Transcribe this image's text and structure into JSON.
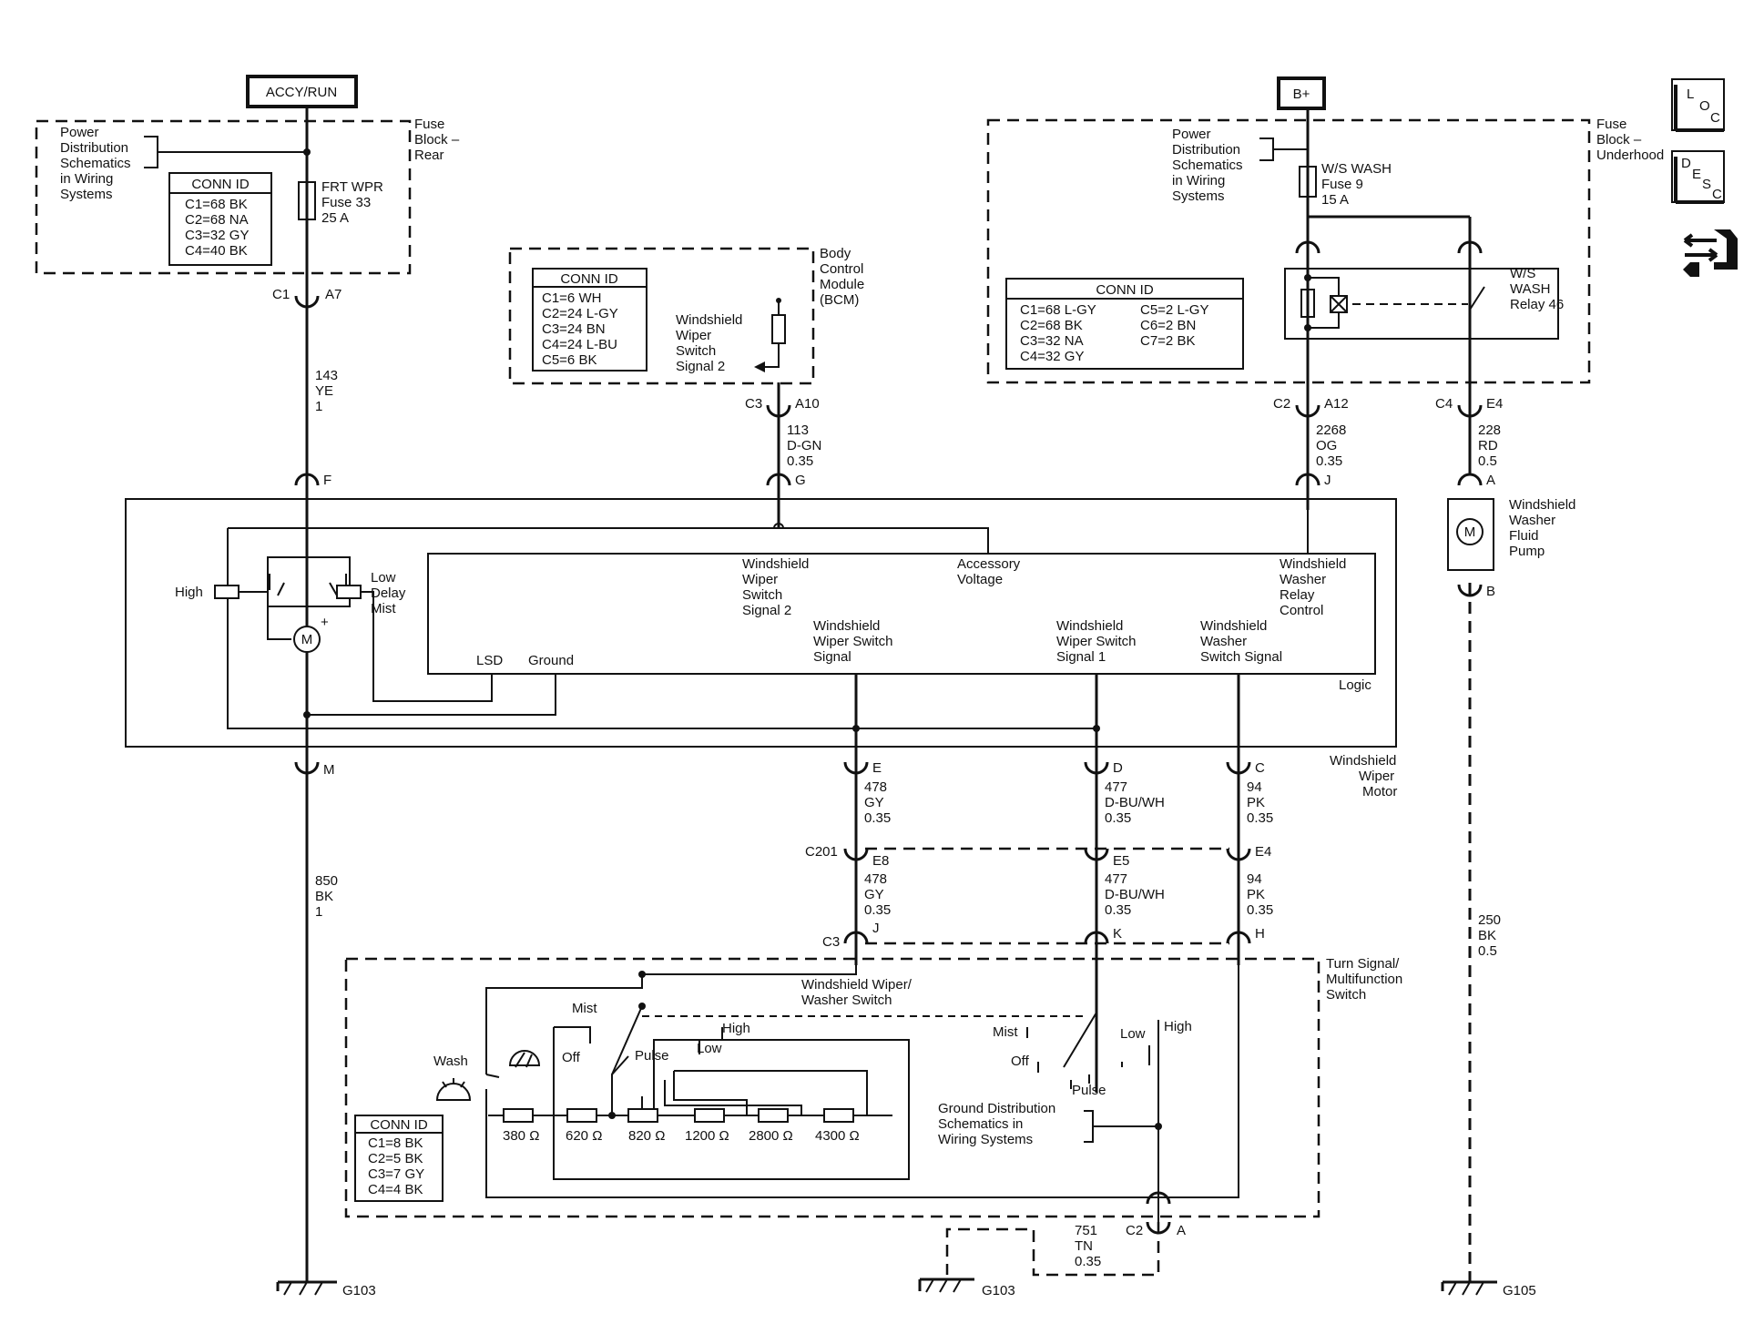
{
  "power": {
    "accy_run": "ACCY/RUN",
    "b_plus": "B+"
  },
  "rear_fuse_block": {
    "label": [
      "Fuse",
      "Block –",
      "Rear"
    ],
    "pds": [
      "Power",
      "Distribution",
      "Schematics",
      "in Wiring",
      "Systems"
    ],
    "conn_title": "CONN ID",
    "conn": [
      "C1=68 BK",
      "C2=68 NA",
      "C3=32 GY",
      "C4=40 BK"
    ],
    "fuse": [
      "FRT WPR",
      "Fuse 33",
      "25 A"
    ],
    "pin_c1": "C1",
    "pin_a7": "A7"
  },
  "bcm": {
    "label": [
      "Body",
      "Control",
      "Module",
      "(BCM)"
    ],
    "conn_title": "CONN ID",
    "conn": [
      "C1=6 WH",
      "C2=24 L-GY",
      "C3=24 BN",
      "C4=24 L-BU",
      "C5=6 BK"
    ],
    "signal": [
      "Windshield",
      "Wiper",
      "Switch",
      "Signal 2"
    ],
    "pin_c3": "C3",
    "pin_a10": "A10"
  },
  "underhood": {
    "label": [
      "Fuse",
      "Block –",
      "Underhood"
    ],
    "pds": [
      "Power",
      "Distribution",
      "Schematics",
      "in Wiring",
      "Systems"
    ],
    "fuse": [
      "W/S WASH",
      "Fuse 9",
      "15 A"
    ],
    "relay": [
      "W/S",
      "WASH",
      "Relay 46"
    ],
    "conn_title": "CONN ID",
    "conn_left": [
      "C1=68 L-GY",
      "C2=68 BK",
      "C3=32 NA",
      "C4=32 GY"
    ],
    "conn_right": [
      "C5=2 L-GY",
      "C6=2 BN",
      "C7=2 BK"
    ],
    "pin_c2": "C2",
    "pin_a12": "A12",
    "pin_c4": "C4",
    "pin_e4": "E4"
  },
  "icons": {
    "loc_l": "L",
    "loc_o": "O",
    "loc_c": "C",
    "desc": [
      "D",
      "E",
      "S",
      "C"
    ]
  },
  "wires": {
    "w143": [
      "143",
      "YE",
      "1"
    ],
    "w113": [
      "113",
      "D-GN",
      "0.35"
    ],
    "w2268": [
      "2268",
      "OG",
      "0.35"
    ],
    "w228": [
      "228",
      "RD",
      "0.5"
    ],
    "w850": [
      "850",
      "BK",
      "1"
    ],
    "w478a": [
      "478",
      "GY",
      "0.35"
    ],
    "w477a": [
      "477",
      "D-BU/WH",
      "0.35"
    ],
    "w94a": [
      "94",
      "PK",
      "0.35"
    ],
    "w478b": [
      "478",
      "GY",
      "0.35"
    ],
    "w477b": [
      "477",
      "D-BU/WH",
      "0.35"
    ],
    "w94b": [
      "94",
      "PK",
      "0.35"
    ],
    "w250": [
      "250",
      "BK",
      "0.5"
    ],
    "w751": [
      "751",
      "TN",
      "0.35"
    ]
  },
  "motor": {
    "label": [
      "Windshield",
      "Wiper",
      "Motor"
    ],
    "pins": {
      "f": "F",
      "g": "G",
      "j": "J",
      "m": "M",
      "e": "E",
      "d": "D",
      "c": "C"
    },
    "high": "High",
    "low": [
      "Low",
      "Delay",
      "Mist"
    ],
    "motor_symbol": "M",
    "plus": "+",
    "logic": "Logic",
    "lsd": "LSD",
    "ground": "Ground",
    "wss2": [
      "Windshield",
      "Wiper",
      "Switch",
      "Signal 2"
    ],
    "accessory": [
      "Accessory",
      "Voltage"
    ],
    "relay_control": [
      "Windshield",
      "Washer",
      "Relay",
      "Control"
    ],
    "wiper_switch_signal": [
      "Windshield",
      "Wiper Switch",
      "Signal"
    ],
    "wss1": [
      "Windshield",
      "Wiper Switch",
      "Signal 1"
    ],
    "washer_switch_signal": [
      "Windshield",
      "Washer",
      "Switch Signal"
    ]
  },
  "pump": {
    "label": [
      "Windshield",
      "Washer",
      "Fluid",
      "Pump"
    ],
    "pin_a": "A",
    "pin_b": "B",
    "motor_symbol": "M"
  },
  "c201": {
    "label": "C201",
    "e8": "E8",
    "e5": "E5",
    "e4": "E4"
  },
  "switch": {
    "label": [
      "Turn Signal/",
      "Multifunction",
      "Switch"
    ],
    "pin_c3": "C3",
    "pin_j": "J",
    "pin_k": "K",
    "pin_h": "H",
    "inner_label": [
      "Windshield Wiper/",
      "Washer Switch"
    ],
    "mist": "Mist",
    "off": "Off",
    "pulse": "Pulse",
    "low": "Low",
    "high": "High",
    "wash": "Wash",
    "resistors": [
      "380 Ω",
      "620 Ω",
      "820 Ω",
      "1200 Ω",
      "2800 Ω",
      "4300 Ω"
    ],
    "conn_title": "CONN ID",
    "conn": [
      "C1=8 BK",
      "C2=5 BK",
      "C3=7 GY",
      "C4=4 BK"
    ],
    "right_mist": "Mist",
    "right_off": "Off",
    "right_pulse": "Pulse",
    "right_low": "Low",
    "right_high": "High",
    "gds": [
      "Ground Distribution",
      "Schematics in",
      "Wiring Systems"
    ],
    "pin_c2": "C2",
    "pin_a": "A"
  },
  "grounds": {
    "g103a": "G103",
    "g103b": "G103",
    "g105": "G105"
  }
}
